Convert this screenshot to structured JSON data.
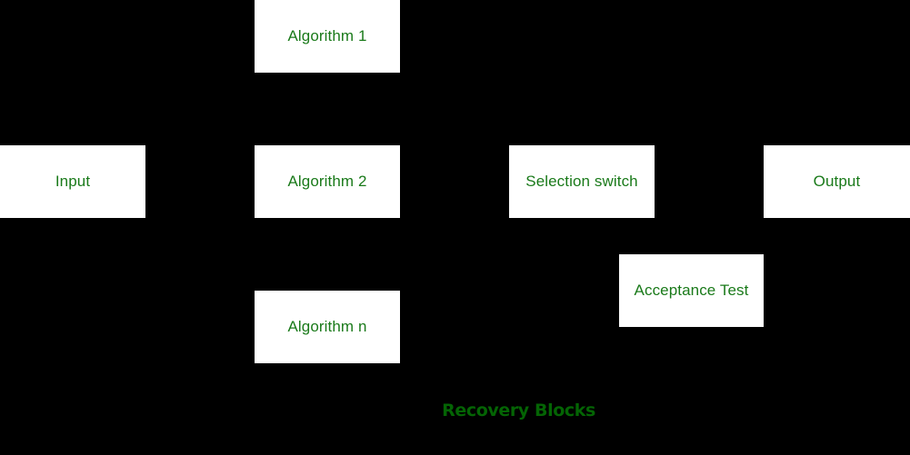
{
  "diagram": {
    "title": "Recovery Blocks",
    "background_color": "#000000",
    "node_fill_color": "#ffffff",
    "node_text_color": "#1a7a1a",
    "caption_text_color": "#046404",
    "nodes": [
      {
        "id": "algorithm-1",
        "label": "Algorithm 1"
      },
      {
        "id": "input",
        "label": "Input"
      },
      {
        "id": "algorithm-2",
        "label": "Algorithm 2"
      },
      {
        "id": "selection-switch",
        "label": "Selection switch"
      },
      {
        "id": "output",
        "label": "Output"
      },
      {
        "id": "acceptance-test",
        "label": "Acceptance Test"
      },
      {
        "id": "algorithm-n",
        "label": "Algorithm n"
      }
    ]
  }
}
